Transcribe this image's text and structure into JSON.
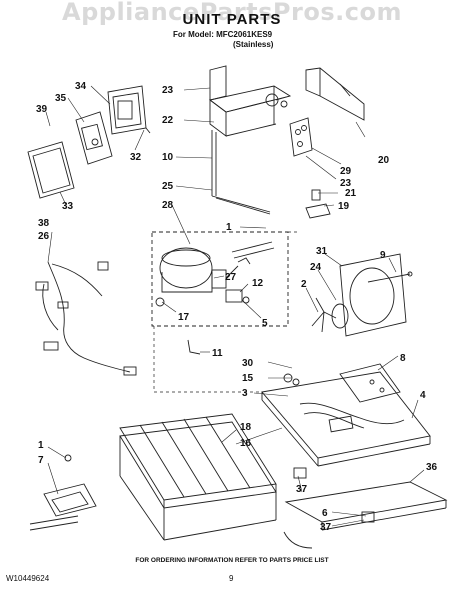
{
  "watermark": "AppliancePartsPros.com",
  "title": "UNIT PARTS",
  "model_line": "For Model: MFC2061KES9",
  "variant_line": "(Stainless)",
  "footer_note": "FOR ORDERING INFORMATION REFER TO PARTS PRICE LIST",
  "document_number": "W10449624",
  "page_number": "9",
  "callouts": [
    "34",
    "35",
    "39",
    "32",
    "23",
    "22",
    "10",
    "25",
    "28",
    "1",
    "21",
    "19",
    "20",
    "29",
    "23",
    "33",
    "38",
    "26",
    "31",
    "9",
    "24",
    "2",
    "27",
    "12",
    "17",
    "5",
    "11",
    "8",
    "30",
    "15",
    "3",
    "4",
    "18",
    "16",
    "1",
    "7",
    "37",
    "36",
    "6",
    "37"
  ]
}
